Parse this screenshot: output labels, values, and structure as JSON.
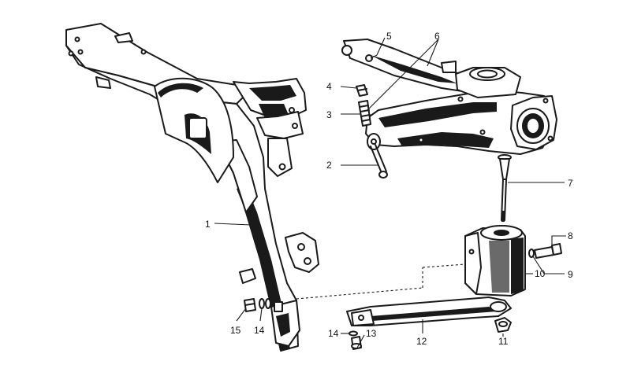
{
  "callouts": [
    {
      "id": "1",
      "text": "1"
    },
    {
      "id": "2",
      "text": "2"
    },
    {
      "id": "3",
      "text": "3"
    },
    {
      "id": "4",
      "text": "4"
    },
    {
      "id": "5",
      "text": "5"
    },
    {
      "id": "6",
      "text": "6"
    },
    {
      "id": "7",
      "text": "7"
    },
    {
      "id": "8",
      "text": "8"
    },
    {
      "id": "9",
      "text": "9"
    },
    {
      "id": "10",
      "text": "10"
    },
    {
      "id": "11",
      "text": "11"
    },
    {
      "id": "12",
      "text": "12"
    },
    {
      "id": "13",
      "text": "13"
    },
    {
      "id": "14a",
      "text": "14"
    },
    {
      "id": "14b",
      "text": "14"
    },
    {
      "id": "15",
      "text": "15"
    }
  ],
  "colors": {
    "ink": "#1a1a1a",
    "paper": "#ffffff"
  }
}
